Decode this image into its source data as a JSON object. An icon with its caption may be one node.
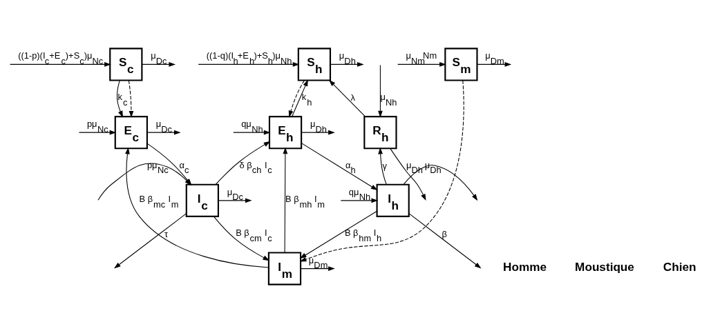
{
  "diagram": {
    "nodes": [
      {
        "text": [
          "S$_{h}$"
        ]
      },
      {
        "text": [
          "R$_{h}$"
        ]
      },
      {
        "text": [
          "E$_{h}$"
        ]
      },
      {
        "text": [
          "I$_{h}$"
        ]
      },
      {
        "text": [
          "S$_{m}$"
        ]
      },
      {
        "text": [
          "I$_{m}$"
        ]
      },
      {
        "text": [
          "S$_{c}$"
        ]
      },
      {
        "text": [
          "E$_{c}$"
        ]
      },
      {
        "text": [
          "I$_{c}$"
        ]
      }
    ],
    "edges": [
      {
        "from": 3,
        "to": 5,
        "arrow": "to",
        "label": "B β$_{hm}$ I$_{h}$"
      },
      {
        "from": 8,
        "to": 5,
        "arrow": "to",
        "label": "B β$_{cm}$ I$_{c}$"
      },
      {
        "from": null,
        "to": 0,
        "arrow": "to",
        "label": "((1-q)(I$_{h}$+E$_{h}$)+S$_{h}$)μ$_{Nh}$"
      },
      {
        "from": 0,
        "to": null,
        "arrow": "to",
        "label": "μ$_{Dh}$"
      },
      {
        "from": null,
        "to": 4,
        "arrow": "to",
        "label": "μ$_{Nm}$Nm"
      },
      {
        "from": 4,
        "to": null,
        "arrow": "to",
        "label": "μ$_{Dm}$"
      },
      {
        "from": null,
        "to": 6,
        "arrow": "to",
        "label": "((1-p)(I$_{c}$+E$_{c}$)+S$_{c}$)μ$_{Nc}$"
      },
      {
        "from": 6,
        "to": null,
        "arrow": "to",
        "label": "μ$_{Dc}$"
      },
      {
        "from": 1,
        "to": 0,
        "arrow": "to",
        "label": "λ"
      },
      {
        "from": 1,
        "to": null,
        "arrow": "to",
        "label": "μ$_{Dh}$"
      },
      {
        "from": 2,
        "to": 0,
        "arrow": "to",
        "label": "k$_{h}$"
      },
      {
        "from": 0,
        "to": 2,
        "arrow": "to",
        "style": "dashed"
      },
      {
        "from": 5,
        "to": 2,
        "arrow": "to",
        "label": "B β$_{mh}$ I$_{m}$"
      },
      {
        "from": 4,
        "to": 5,
        "arrow": "to",
        "style": "dashed"
      },
      {
        "from": 5,
        "to": 7,
        "arrow": "to",
        "label": "B β$_{mc}$ I$_{m}$"
      },
      {
        "from": 6,
        "to": 7,
        "arrow": "to",
        "style": "dashed"
      },
      {
        "from": 6,
        "to": 7,
        "arrow": "to",
        "label": "k$_{c}$"
      },
      {
        "from": null,
        "to": 2,
        "arrow": "to",
        "label": "qμ$_{Nh}$"
      },
      {
        "from": 2,
        "to": null,
        "arrow": "to",
        "label": "μ$_{Dh}$"
      },
      {
        "from": null,
        "to": 1,
        "arrow": "to",
        "label": "μ$_{Nh}$"
      },
      {
        "from": 5,
        "to": null,
        "arrow": "to",
        "label": "μ$_{Dm}$"
      },
      {
        "from": null,
        "to": 7,
        "arrow": "to",
        "label": "pμ$_{Nc}$"
      },
      {
        "from": 7,
        "to": null,
        "arrow": "to",
        "label": "μ$_{Dc}$"
      },
      {
        "from": 2,
        "to": 3,
        "arrow": "to",
        "label": "α$_{h}$"
      },
      {
        "from": 3,
        "to": 1,
        "arrow": "to",
        "label": "γ"
      },
      {
        "from": 7,
        "to": 8,
        "arrow": "to",
        "label": "α$_{c}$"
      },
      {
        "from": 8,
        "to": 2,
        "arrow": "to",
        "label": "δ β$_{ch}$ I$_{c}$"
      },
      {
        "from": 3,
        "to": null,
        "arrow": "to",
        "label": "μ$_{Dh}$"
      },
      {
        "from": 3,
        "to": null,
        "arrow": "to",
        "label": "β"
      },
      {
        "from": null,
        "to": 8,
        "arrow": "to",
        "label": "pμ$_{Nc}$"
      },
      {
        "from": 8,
        "to": null,
        "arrow": "to",
        "label": "τ"
      },
      {
        "from": null,
        "to": 3,
        "arrow": "to",
        "label": "qμ$_{Nh}$"
      },
      {
        "from": 8,
        "to": null,
        "arrow": "to",
        "label": "μ$_{Dc}$"
      }
    ],
    "labels": [
      "Homme",
      "Moustique",
      "Chien"
    ]
  }
}
